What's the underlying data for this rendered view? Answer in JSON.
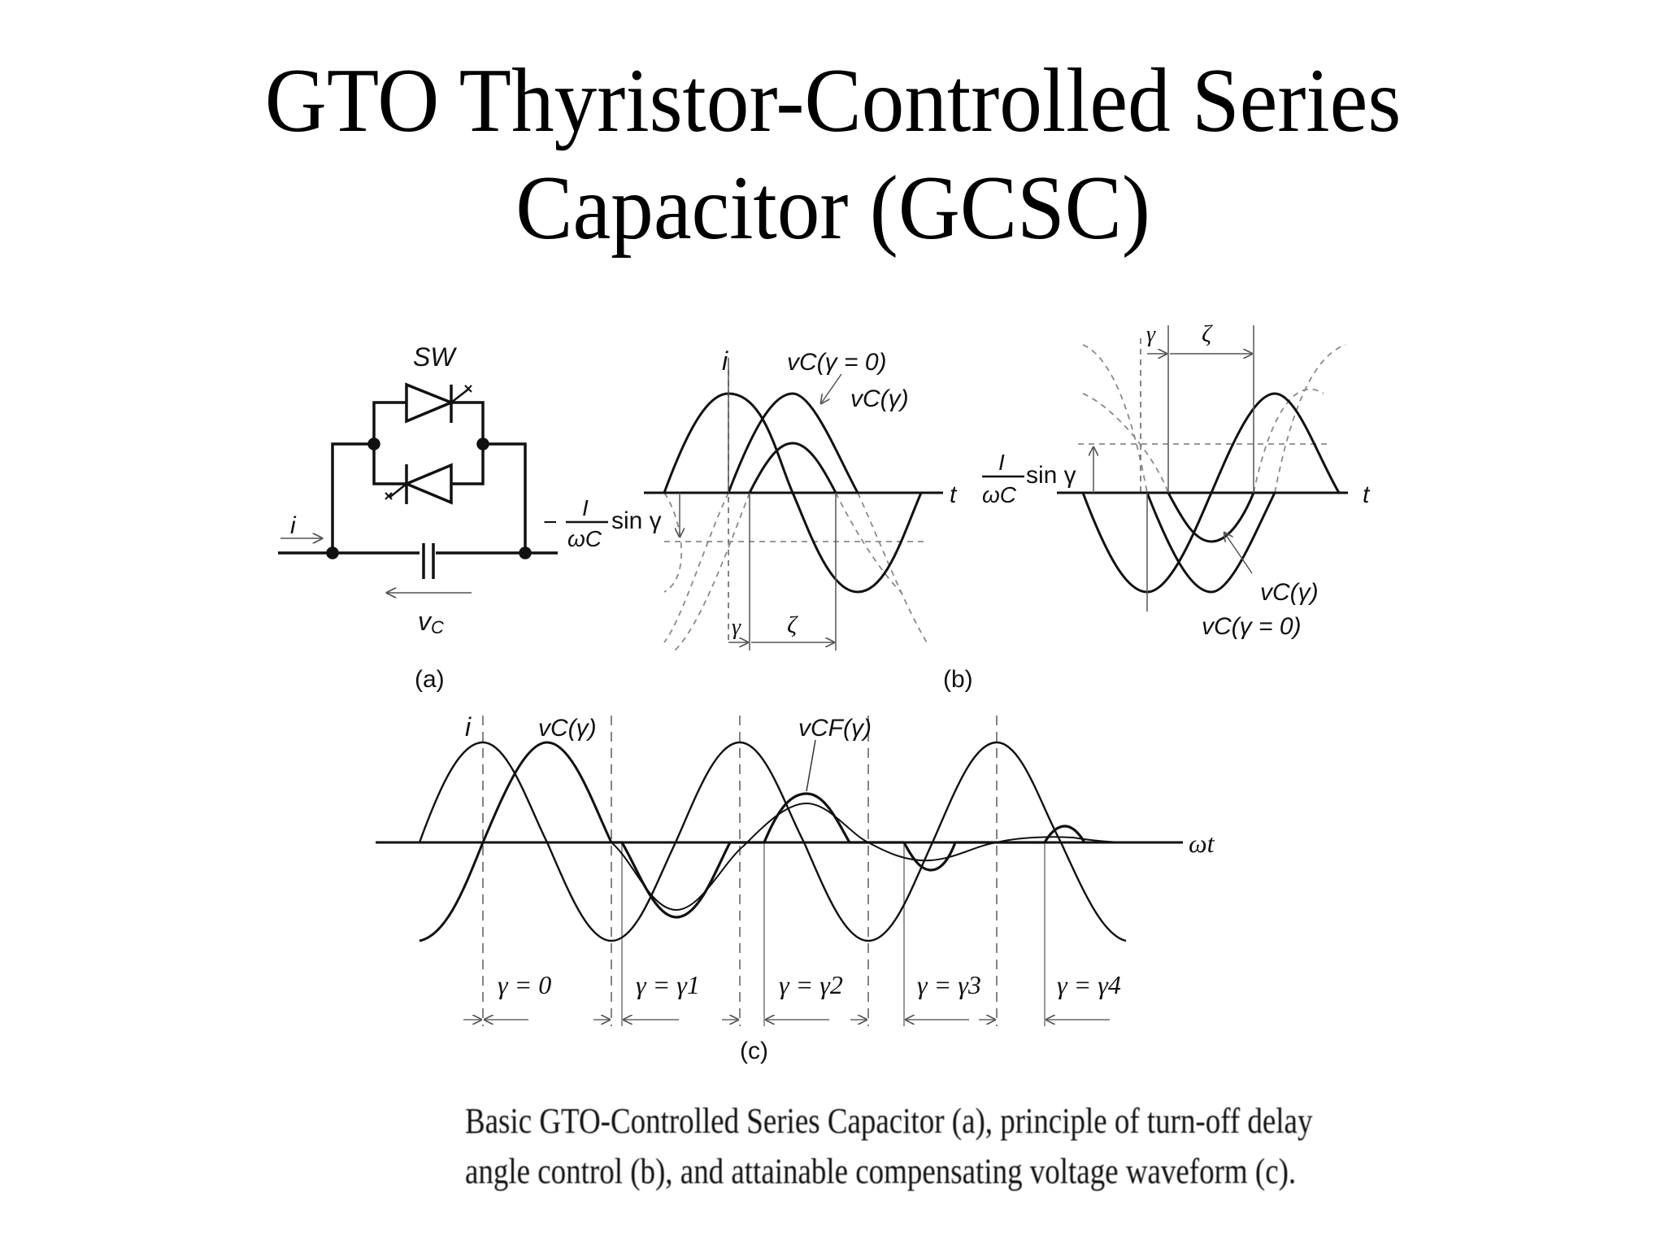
{
  "slide": {
    "title_line1": "GTO Thyristor-Controlled Series",
    "title_line2": "Capacitor (GCSC)",
    "caption_line1": "Basic GTO-Controlled Series Capacitor (a), principle of turn-off delay",
    "caption_line2": "angle control (b), and attainable compensating voltage waveform (c)."
  },
  "panel_a": {
    "label": "(a)",
    "switch_label": "SW",
    "current_label": "i",
    "voltage_label_base": "v",
    "voltage_label_sub": "C"
  },
  "panel_b": {
    "label": "(b)",
    "left": {
      "current_label": "i",
      "vc0_label": "vC(γ = 0)",
      "vcg_label": "vC(γ)",
      "time_axis": "t",
      "offset_sign": "−",
      "offset_num": "I",
      "offset_den": "ωC",
      "offset_fn": "sin γ",
      "gamma_label": "γ",
      "zeta_label": "ζ"
    },
    "right": {
      "vcg_label": "vC(γ)",
      "vc0_label": "vC(γ = 0)",
      "time_axis": "t",
      "offset_num": "I",
      "offset_den": "ωC",
      "offset_fn": "sin γ",
      "gamma_label": "γ",
      "zeta_label": "ζ"
    }
  },
  "panel_c": {
    "label": "(c)",
    "current_label": "i",
    "vc_label": "vC(γ)",
    "vcf_label": "vCF(γ)",
    "time_axis": "ωt",
    "intervals": [
      "γ = 0",
      "γ = γ1",
      "γ = γ2",
      "γ = γ3",
      "γ = γ4"
    ]
  },
  "colors": {
    "ink": "#111111",
    "guide": "#555555",
    "dashed": "#8a8a8a",
    "background": "#ffffff"
  }
}
